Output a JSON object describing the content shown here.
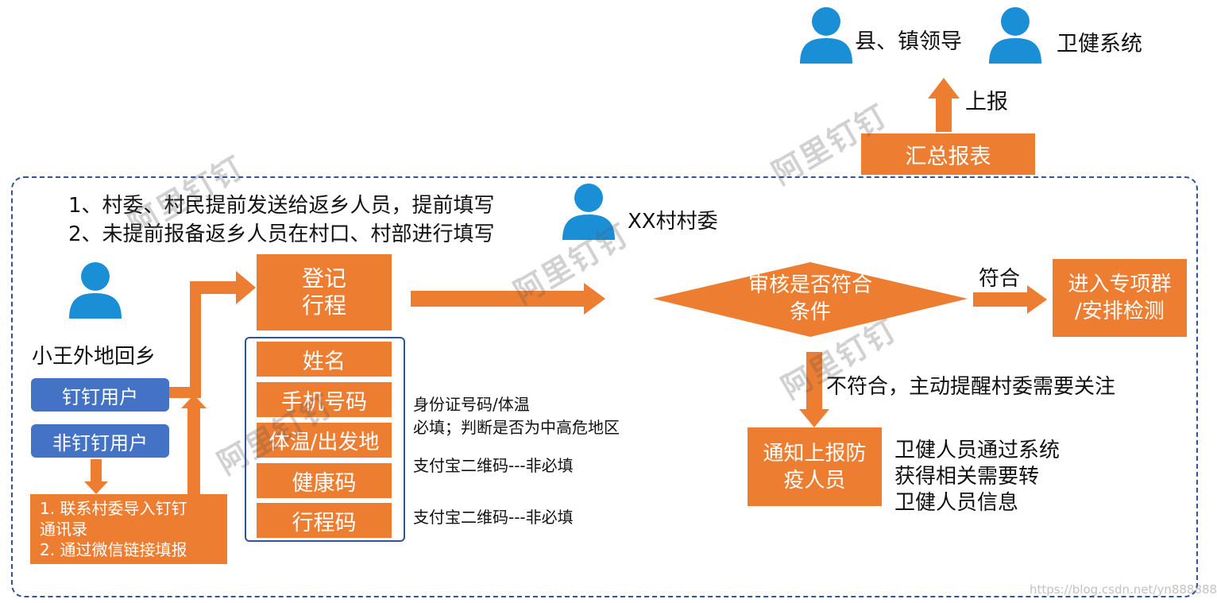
{
  "top": {
    "leader_label": "县、镇领导",
    "health_system_label": "卫健系统",
    "report_up_label": "上报",
    "summary_box": "汇总报表"
  },
  "instructions": {
    "line1": "1、村委、村民提前发送给返乡人员，提前填写",
    "line2": "2、未提前报备返乡人员在村口、村部进行填写"
  },
  "village_committee_label": "XX村村委",
  "left": {
    "person_label": "小王外地回乡",
    "dingtalk_user": "钉钉用户",
    "non_dingtalk_user": "非钉钉用户",
    "non_user_steps": "1. 联系村委导入钉钉\n通讯录\n2. 通过微信链接填报"
  },
  "register": {
    "title": "登记\n行程",
    "fields": [
      "姓名",
      "手机号码",
      "体温/出发地",
      "健康码",
      "行程码"
    ]
  },
  "notes": {
    "required": "身份证号码/体温\n必填；判断是否为中高危地区",
    "health_code": "支付宝二维码---非必填",
    "travel_code": "支付宝二维码---非必填"
  },
  "review": {
    "diamond": "审核是否符合\n条件",
    "pass_label": "符合",
    "pass_box": "进入专项群\n/安排检测",
    "fail_label": "不符合，主动提醒村委需要关注",
    "fail_box": "通知上报防\n疫人员",
    "health_note": "卫健人员通过系统\n获得相关需要转\n卫健人员信息"
  },
  "watermark": "阿里钉钉",
  "footer_watermark": "https://blog.csdn.net/yn888888",
  "colors": {
    "orange": "#ED7D31",
    "blue_button": "#4472C4",
    "person_icon": "#1B8FD6",
    "dashed_border": "#2F5597"
  }
}
